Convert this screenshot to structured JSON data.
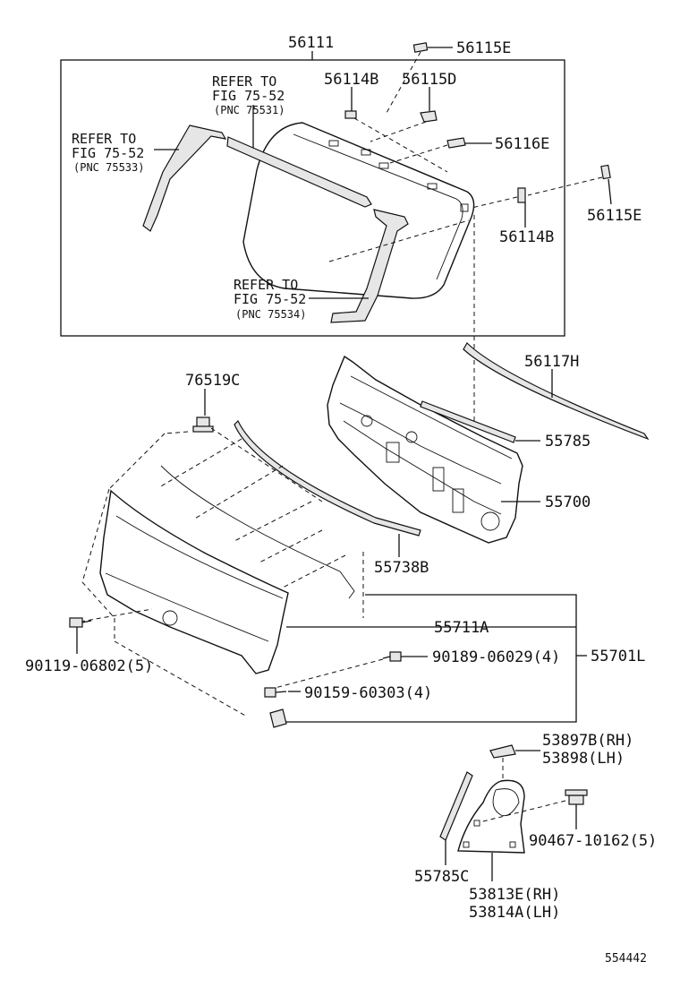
{
  "labels": {
    "p56111": "56111",
    "p56115E_top": "56115E",
    "p56114B_top": "56114B",
    "p56115D": "56115D",
    "p56116E": "56116E",
    "p56115E_right": "56115E",
    "p56114B_right": "56114B",
    "ref1_line1": "REFER TO",
    "ref1_line2": "FIG 75-52",
    "ref1_line3": "(PNC 75531)",
    "ref2_line1": "REFER TO",
    "ref2_line2": "FIG 75-52",
    "ref2_line3": "(PNC 75533)",
    "ref3_line1": "REFER TO",
    "ref3_line2": "FIG 75-52",
    "ref3_line3": "(PNC 75534)",
    "p56117H": "56117H",
    "p76519C": "76519C",
    "p55785": "55785",
    "p55700": "55700",
    "p55738B": "55738B",
    "p55711A": "55711A",
    "p55701L": "55701L",
    "p90119": "90119-06802(5)",
    "p90189": "90189-06029(4)",
    "p90159": "90159-60303(4)",
    "p53897B": "53897B(RH)",
    "p53898": "53898(LH)",
    "p90467": "90467-10162(5)",
    "p55785C": "55785C",
    "p53813E": "53813E(RH)",
    "p53814A": "53814A(LH)",
    "figure_id": "554442"
  }
}
